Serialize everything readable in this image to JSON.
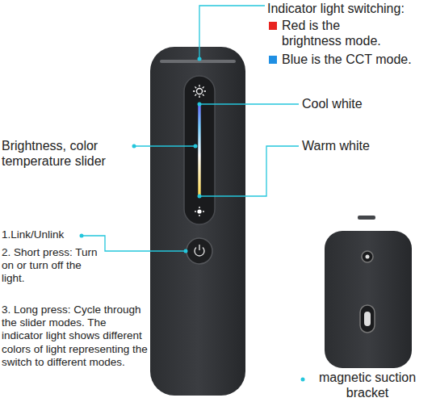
{
  "diagram": {
    "labels": [
      "Indicator light switching:",
      "Cool white",
      "Warm white",
      "Brightness, color temperature slider",
      "1.Link/Unlink",
      "2. Short press: Turn on or turn off the light.",
      "3. Long press: Cycle through the slider modes. The indicator light shows different colors of light representing the switch to different modes.",
      "magnetic suction bracket"
    ],
    "legend": [
      {
        "text": "Red is the brightness mode.",
        "color": "#e8231f"
      },
      {
        "text": "Blue is the CCT mode.",
        "color": "#1f8fe3"
      }
    ]
  }
}
